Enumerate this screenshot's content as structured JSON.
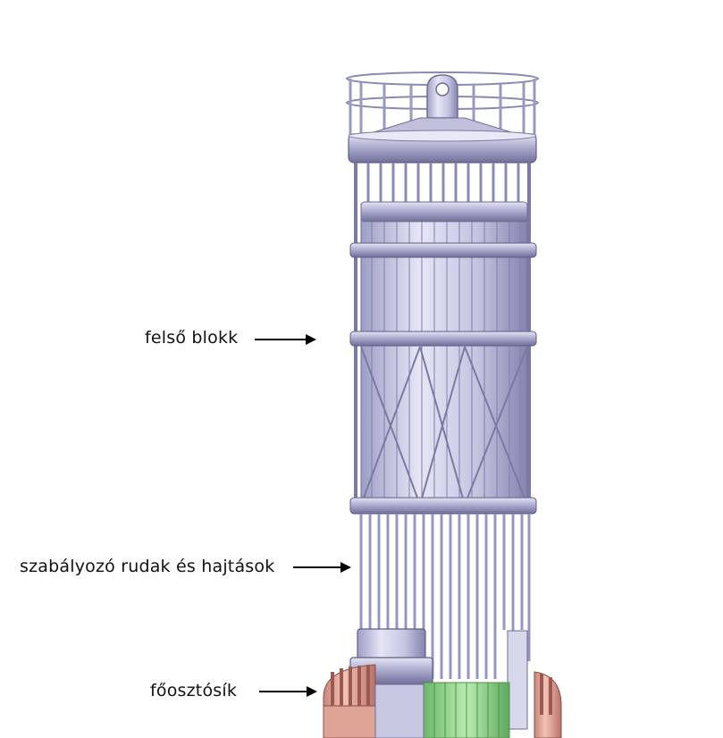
{
  "labels": {
    "upper_block": "felső blokk",
    "control_rods": "szabályozó rudak és hajtások",
    "main_plate": "főosztósík"
  },
  "colors": {
    "metal_light": "#dcdcf0",
    "metal_mid": "#a9a9cf",
    "metal_dark": "#6e6e96",
    "copper": "#e8a89a",
    "copper_dark": "#b06a60",
    "fuel_green": "#8fd08a",
    "arrow": "#000000"
  }
}
